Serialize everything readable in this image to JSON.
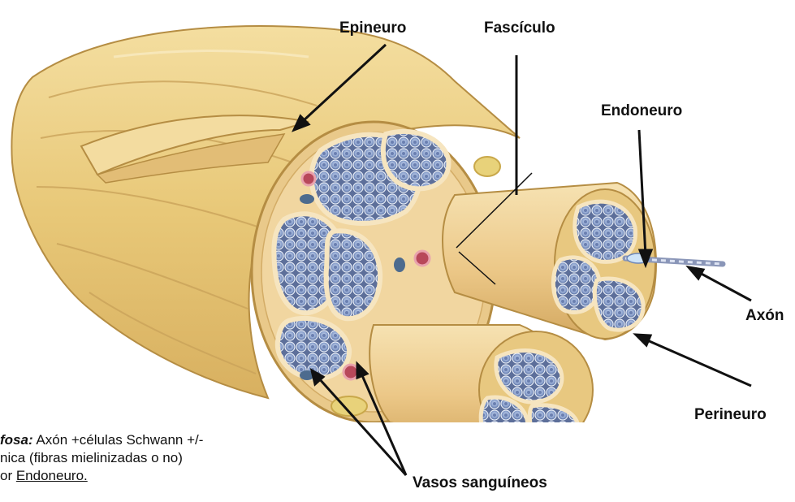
{
  "labels": {
    "epineuro": "Epineuro",
    "fasciculo": "Fascículo",
    "endoneuro": "Endoneuro",
    "axon": "Axón",
    "perineuro": "Perineuro",
    "vasos": "Vasos sanguíneos"
  },
  "caption": {
    "line1_bold": "fosa:",
    "line1_rest": " Axón +células Schwann +/-",
    "line2": "nica (fibras mielinizadas o no)",
    "line3_pre": "or ",
    "line3_underlined": "Endoneuro."
  }
}
